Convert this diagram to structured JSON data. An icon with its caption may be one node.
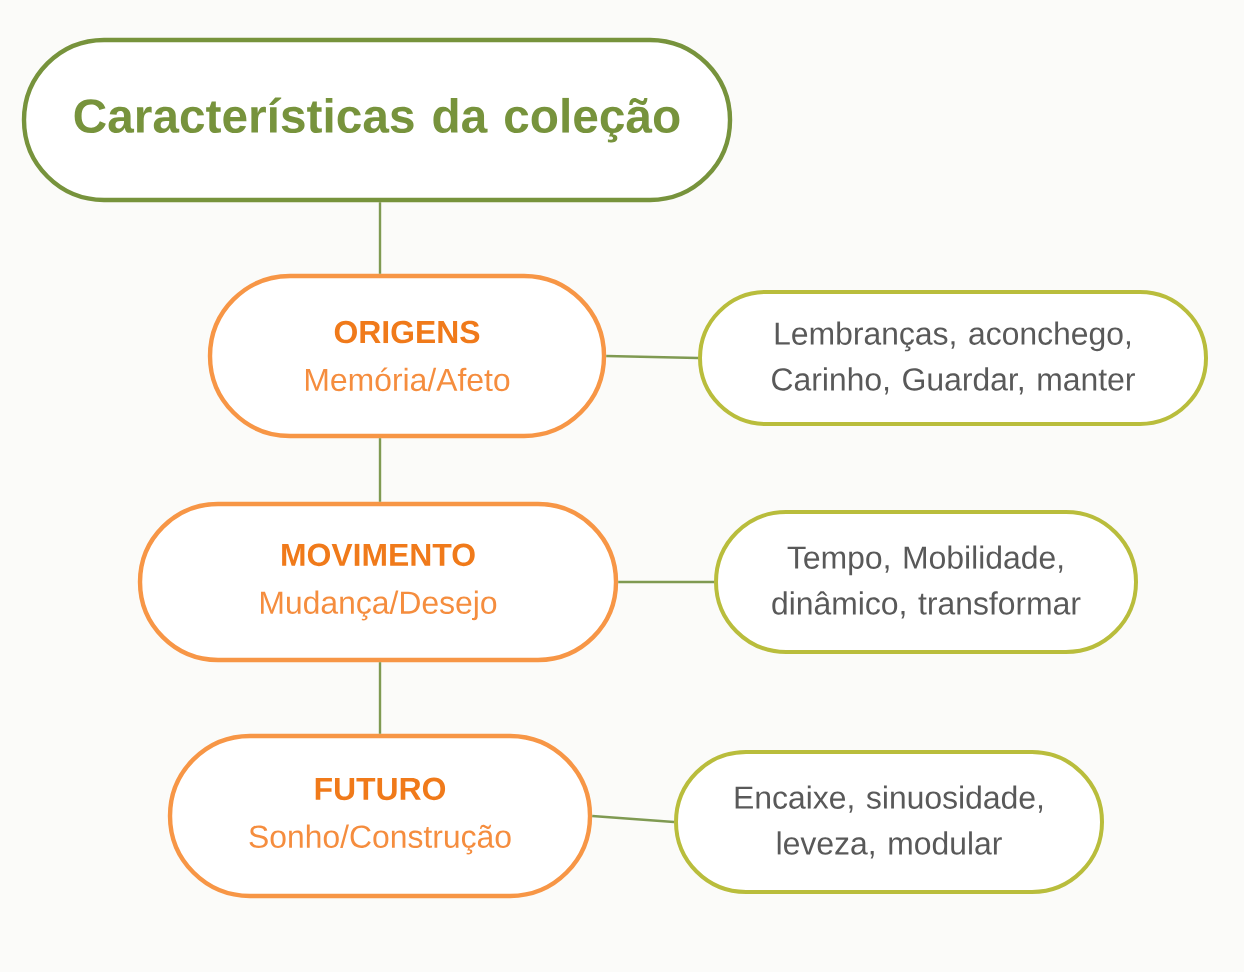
{
  "diagram": {
    "nodes": [
      {
        "text": [
          "Características da coleção"
        ]
      },
      {
        "text": [
          "ORIGENS",
          "Memória/Afeto"
        ]
      },
      {
        "text": [
          "Lembranças, aconchego, Carinho, Guardar, manter"
        ]
      },
      {
        "text": [
          "MOVIMENTO",
          "Mudança/Desejo"
        ]
      },
      {
        "text": [
          "Tempo, Mobilidade, dinâmico, transformar"
        ]
      },
      {
        "text": [
          "FUTURO",
          "Sonho/Construção"
        ]
      },
      {
        "text": [
          "Encaixe, sinuosidade, leveza, modular"
        ]
      }
    ],
    "edges": [
      {
        "from": 0,
        "to": 1,
        "arrow": "none"
      },
      {
        "from": 1,
        "to": 2,
        "arrow": "none"
      },
      {
        "from": 1,
        "to": 3,
        "arrow": "none"
      },
      {
        "from": 3,
        "to": 4,
        "arrow": "none"
      },
      {
        "from": 3,
        "to": 5,
        "arrow": "none"
      },
      {
        "from": 5,
        "to": 6,
        "arrow": "none"
      }
    ]
  }
}
